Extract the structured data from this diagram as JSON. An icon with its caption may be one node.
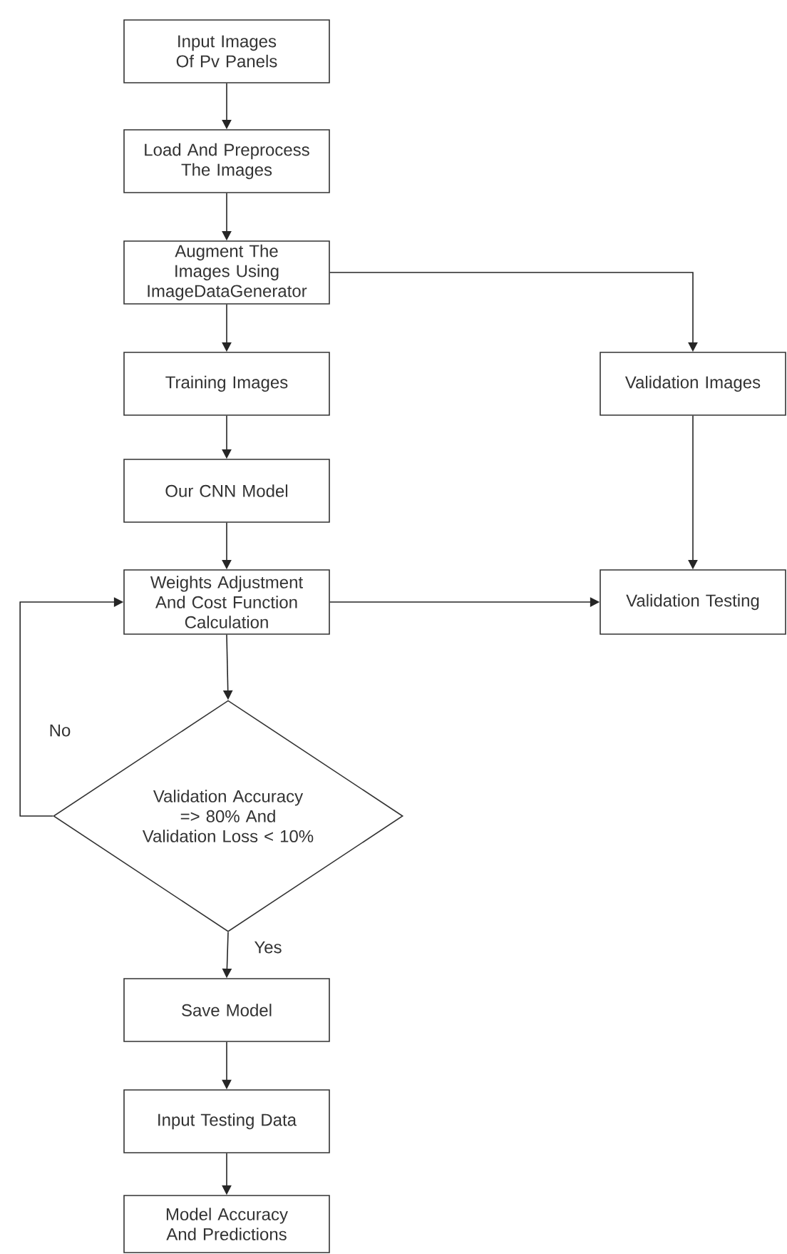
{
  "diagram": {
    "nodes": [
      {
        "text": [
          "Input Images Of Pv Panels"
        ]
      },
      {
        "text": [
          "Load And Preprocess The Images"
        ]
      },
      {
        "text": [
          "Augment The Images Using ImageDataGenerator"
        ]
      },
      {
        "text": [
          "Training Images"
        ]
      },
      {
        "text": [
          "Validation Images"
        ]
      },
      {
        "text": [
          "Our CNN Model"
        ]
      },
      {
        "text": [
          "Weights Adjustment And Cost Function Calculation"
        ]
      },
      {
        "text": [
          "Validation Testing"
        ]
      },
      {
        "text": [
          "Validation Accuracy => 80% And Validation Loss < 10%"
        ]
      },
      {
        "text": [
          "Save Model"
        ]
      },
      {
        "text": [
          "Input Testing Data"
        ]
      },
      {
        "text": [
          "Model Accuracy And Predictions"
        ]
      }
    ],
    "edges": [
      {
        "from": 0,
        "to": 1,
        "arrow": "to"
      },
      {
        "from": 1,
        "to": 2,
        "arrow": "to"
      },
      {
        "from": 2,
        "to": 3,
        "arrow": "to"
      },
      {
        "from": 2,
        "to": 4,
        "arrow": "to"
      },
      {
        "from": 3,
        "to": 5,
        "arrow": "to"
      },
      {
        "from": 4,
        "to": 7,
        "arrow": "to"
      },
      {
        "from": 5,
        "to": 6,
        "arrow": "to"
      },
      {
        "from": 6,
        "to": 7,
        "arrow": "to"
      },
      {
        "from": 6,
        "to": 8,
        "arrow": "to"
      },
      {
        "from": 8,
        "to": 6,
        "arrow": "to",
        "label": "No"
      },
      {
        "from": 8,
        "to": 9,
        "arrow": "to",
        "label": "Yes"
      },
      {
        "from": 9,
        "to": 10,
        "arrow": "to"
      },
      {
        "from": 10,
        "to": 11,
        "arrow": "to"
      }
    ]
  }
}
